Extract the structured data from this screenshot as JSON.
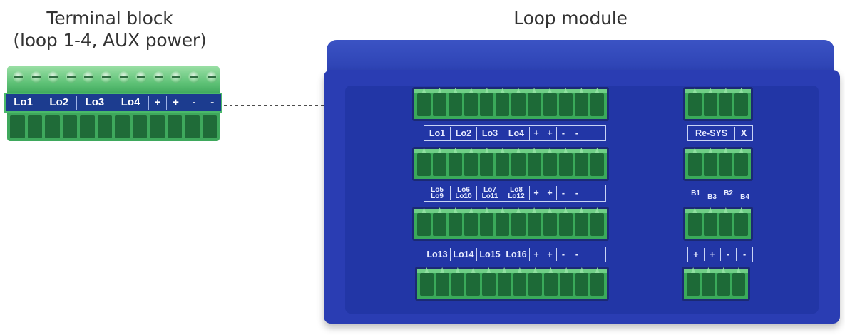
{
  "captions": {
    "terminal_block": [
      "Terminal block",
      "(loop 1-4, AUX power)"
    ],
    "loop_module": "Loop module"
  },
  "terminal_block": {
    "labels": [
      "Lo1",
      "Lo2",
      "Lo3",
      "Lo4",
      "+",
      "+",
      "-",
      "-"
    ]
  },
  "module": {
    "row1_labels": [
      "Lo1",
      "Lo2",
      "Lo3",
      "Lo4",
      "+",
      "+",
      "-",
      "-"
    ],
    "row2_labels_top": [
      "Lo5",
      "Lo6",
      "Lo7",
      "Lo8",
      "+",
      "+",
      "-",
      "-"
    ],
    "row2_labels_bottom": [
      "Lo9",
      "Lo10",
      "Lo11",
      "Lo12",
      "",
      "",
      "",
      ""
    ],
    "row3_labels": [
      "Lo13",
      "Lo14",
      "Lo15",
      "Lo16",
      "+",
      "+",
      "-",
      "-"
    ],
    "side1_labels": [
      "Re-SYS",
      "X"
    ],
    "side2_labels_top": [
      "B1",
      "B2"
    ],
    "side2_labels_bottom": [
      "B3",
      "B4"
    ],
    "side3_labels": [
      "+",
      "+",
      "-",
      "-"
    ]
  },
  "colors": {
    "module_blue": "#2a3db3",
    "terminal_green": "#3aaa5a",
    "label_blue": "#1c3c8f"
  }
}
